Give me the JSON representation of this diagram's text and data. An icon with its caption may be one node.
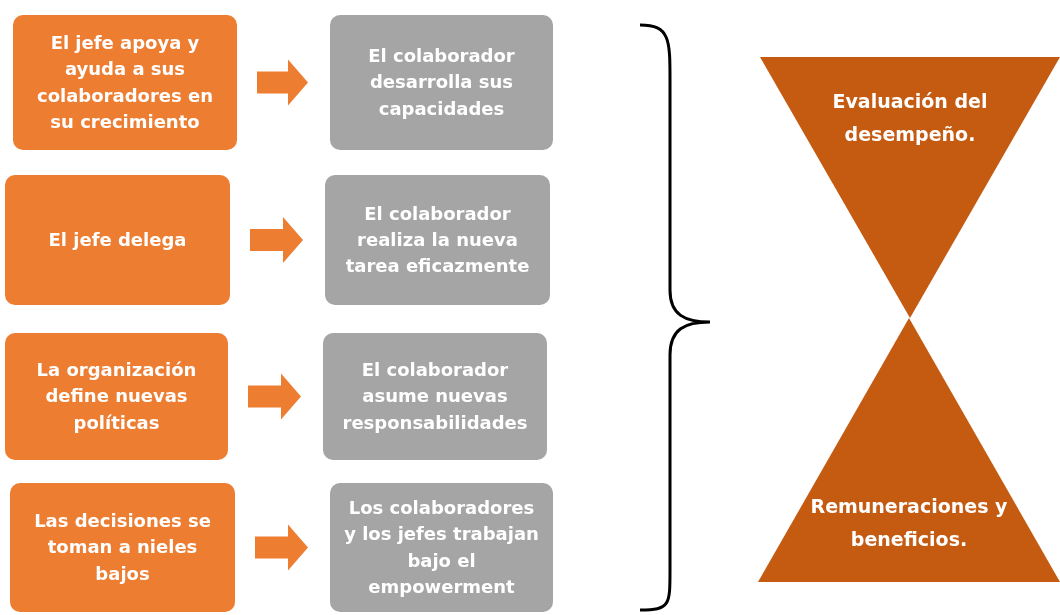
{
  "diagram": {
    "nodes": [
      {
        "text": [
          "El jefe apoya y ayuda a sus colaboradores en su crecimiento"
        ]
      },
      {
        "text": [
          "El colaborador desarrolla sus capacidades"
        ]
      },
      {
        "text": [
          "El jefe delega"
        ]
      },
      {
        "text": [
          "El colaborador realiza la nueva tarea eficazmente"
        ]
      },
      {
        "text": [
          "La organización define nuevas políticas"
        ]
      },
      {
        "text": [
          "El colaborador asume nuevas responsabilidades"
        ]
      },
      {
        "text": [
          "Las decisiones se toman a nieles bajos"
        ]
      },
      {
        "text": [
          "Los colaboradores y los jefes trabajan bajo el empowerment"
        ]
      },
      {
        "text": [
          "Evaluación del desempeño."
        ]
      },
      {
        "text": [
          "Remuneraciones y beneficios."
        ]
      }
    ],
    "edges": [
      {
        "from": 0,
        "to": 1,
        "arrow": "to"
      },
      {
        "from": 2,
        "to": 3,
        "arrow": "to"
      },
      {
        "from": 4,
        "to": 5,
        "arrow": "to"
      },
      {
        "from": 6,
        "to": 7,
        "arrow": "to"
      }
    ]
  }
}
